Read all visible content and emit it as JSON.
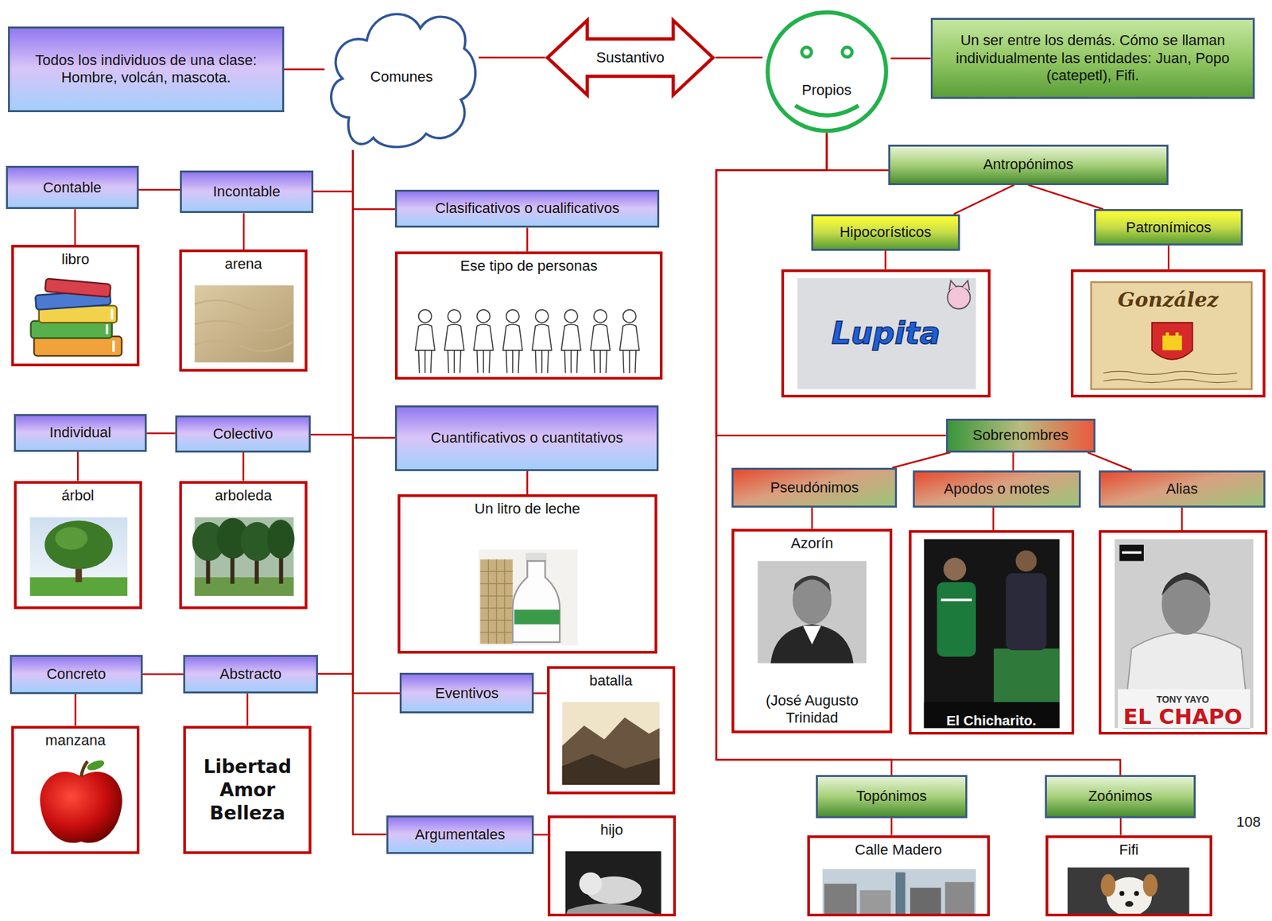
{
  "diagram": {
    "nodes": [
      {
        "text": [
          "Todos los individuos de una clase: Hombre, volcán, mascota."
        ]
      },
      {
        "text": [
          "Comunes"
        ]
      },
      {
        "text": [
          "Sustantivo"
        ]
      },
      {
        "text": [
          "Propios"
        ]
      },
      {
        "text": [
          "Un ser entre los demás. Cómo se llaman individualmente las entidades: Juan, Popo (catepetl), Fifi."
        ]
      },
      {
        "text": [
          "Contable"
        ]
      },
      {
        "text": [
          "Incontable"
        ]
      },
      {
        "text": [
          "Clasificativos o cualificativos"
        ]
      },
      {
        "text": [
          "libro"
        ]
      },
      {
        "text": [
          "arena"
        ]
      },
      {
        "text": [
          "Ese tipo de personas"
        ]
      },
      {
        "text": [
          "Individual"
        ]
      },
      {
        "text": [
          "Colectivo"
        ]
      },
      {
        "text": [
          "Cuantificativos o cuantitativos"
        ]
      },
      {
        "text": [
          "árbol"
        ]
      },
      {
        "text": [
          "arboleda"
        ]
      },
      {
        "text": [
          "Un litro de leche"
        ]
      },
      {
        "text": [
          "Concreto"
        ]
      },
      {
        "text": [
          "Abstracto"
        ]
      },
      {
        "text": [
          "Eventivos"
        ]
      },
      {
        "text": [
          "batalla"
        ]
      },
      {
        "text": [
          "manzana"
        ]
      },
      {
        "text": [
          "Libertad Amor Belleza"
        ]
      },
      {
        "text": [
          "Argumentales"
        ]
      },
      {
        "text": [
          "hijo"
        ]
      },
      {
        "text": [
          "Antropónimos"
        ]
      },
      {
        "text": [
          "Hipocorísticos"
        ]
      },
      {
        "text": [
          "Patronímicos"
        ]
      },
      {
        "text": [
          "Lupita"
        ]
      },
      {
        "text": [
          "González"
        ]
      },
      {
        "text": [
          "Sobrenombres"
        ]
      },
      {
        "text": [
          "Pseudónimos"
        ]
      },
      {
        "text": [
          "Apodos o motes"
        ]
      },
      {
        "text": [
          "Alias"
        ]
      },
      {
        "text": [
          "Azorín",
          "(José Augusto Trinidad"
        ]
      },
      {
        "text": [
          "El Chicharito."
        ]
      },
      {
        "text": [
          "TONY YAYO",
          "EL CHAPO"
        ]
      },
      {
        "text": [
          "Topónimos"
        ]
      },
      {
        "text": [
          "Zoónimos"
        ]
      },
      {
        "text": [
          "Calle Madero"
        ]
      },
      {
        "text": [
          "Fifi"
        ]
      }
    ],
    "edges": [
      {
        "from": 1,
        "to": 0,
        "arrow": "none"
      },
      {
        "from": 2,
        "to": 1,
        "arrow": "none"
      },
      {
        "from": 2,
        "to": 3,
        "arrow": "none"
      },
      {
        "from": 3,
        "to": 4,
        "arrow": "none"
      },
      {
        "from": 1,
        "to": 6,
        "arrow": "none"
      },
      {
        "from": 5,
        "to": 6,
        "arrow": "none"
      },
      {
        "from": 1,
        "to": 7,
        "arrow": "none"
      },
      {
        "from": 5,
        "to": 8,
        "arrow": "none"
      },
      {
        "from": 6,
        "to": 9,
        "arrow": "none"
      },
      {
        "from": 7,
        "to": 10,
        "arrow": "none"
      },
      {
        "from": 1,
        "to": 12,
        "arrow": "none"
      },
      {
        "from": 11,
        "to": 12,
        "arrow": "none"
      },
      {
        "from": 1,
        "to": 13,
        "arrow": "none"
      },
      {
        "from": 11,
        "to": 14,
        "arrow": "none"
      },
      {
        "from": 12,
        "to": 15,
        "arrow": "none"
      },
      {
        "from": 13,
        "to": 16,
        "arrow": "none"
      },
      {
        "from": 1,
        "to": 18,
        "arrow": "none"
      },
      {
        "from": 17,
        "to": 18,
        "arrow": "none"
      },
      {
        "from": 1,
        "to": 19,
        "arrow": "none"
      },
      {
        "from": 19,
        "to": 20,
        "arrow": "none"
      },
      {
        "from": 17,
        "to": 21,
        "arrow": "none"
      },
      {
        "from": 18,
        "to": 22,
        "arrow": "none"
      },
      {
        "from": 1,
        "to": 23,
        "arrow": "none"
      },
      {
        "from": 23,
        "to": 24,
        "arrow": "none"
      },
      {
        "from": 3,
        "to": 25,
        "arrow": "none"
      },
      {
        "from": 3,
        "to": 30,
        "arrow": "none"
      },
      {
        "from": 3,
        "to": 37,
        "arrow": "none"
      },
      {
        "from": 3,
        "to": 38,
        "arrow": "none"
      },
      {
        "from": 25,
        "to": 26,
        "arrow": "none"
      },
      {
        "from": 25,
        "to": 27,
        "arrow": "none"
      },
      {
        "from": 26,
        "to": 28,
        "arrow": "none"
      },
      {
        "from": 27,
        "to": 29,
        "arrow": "none"
      },
      {
        "from": 30,
        "to": 31,
        "arrow": "none"
      },
      {
        "from": 30,
        "to": 32,
        "arrow": "none"
      },
      {
        "from": 30,
        "to": 33,
        "arrow": "none"
      },
      {
        "from": 31,
        "to": 34,
        "arrow": "none"
      },
      {
        "from": 32,
        "to": 35,
        "arrow": "none"
      },
      {
        "from": 33,
        "to": 36,
        "arrow": "none"
      },
      {
        "from": 37,
        "to": 39,
        "arrow": "none"
      },
      {
        "from": 38,
        "to": 40,
        "arrow": "none"
      }
    ],
    "labels": [
      "108"
    ]
  }
}
